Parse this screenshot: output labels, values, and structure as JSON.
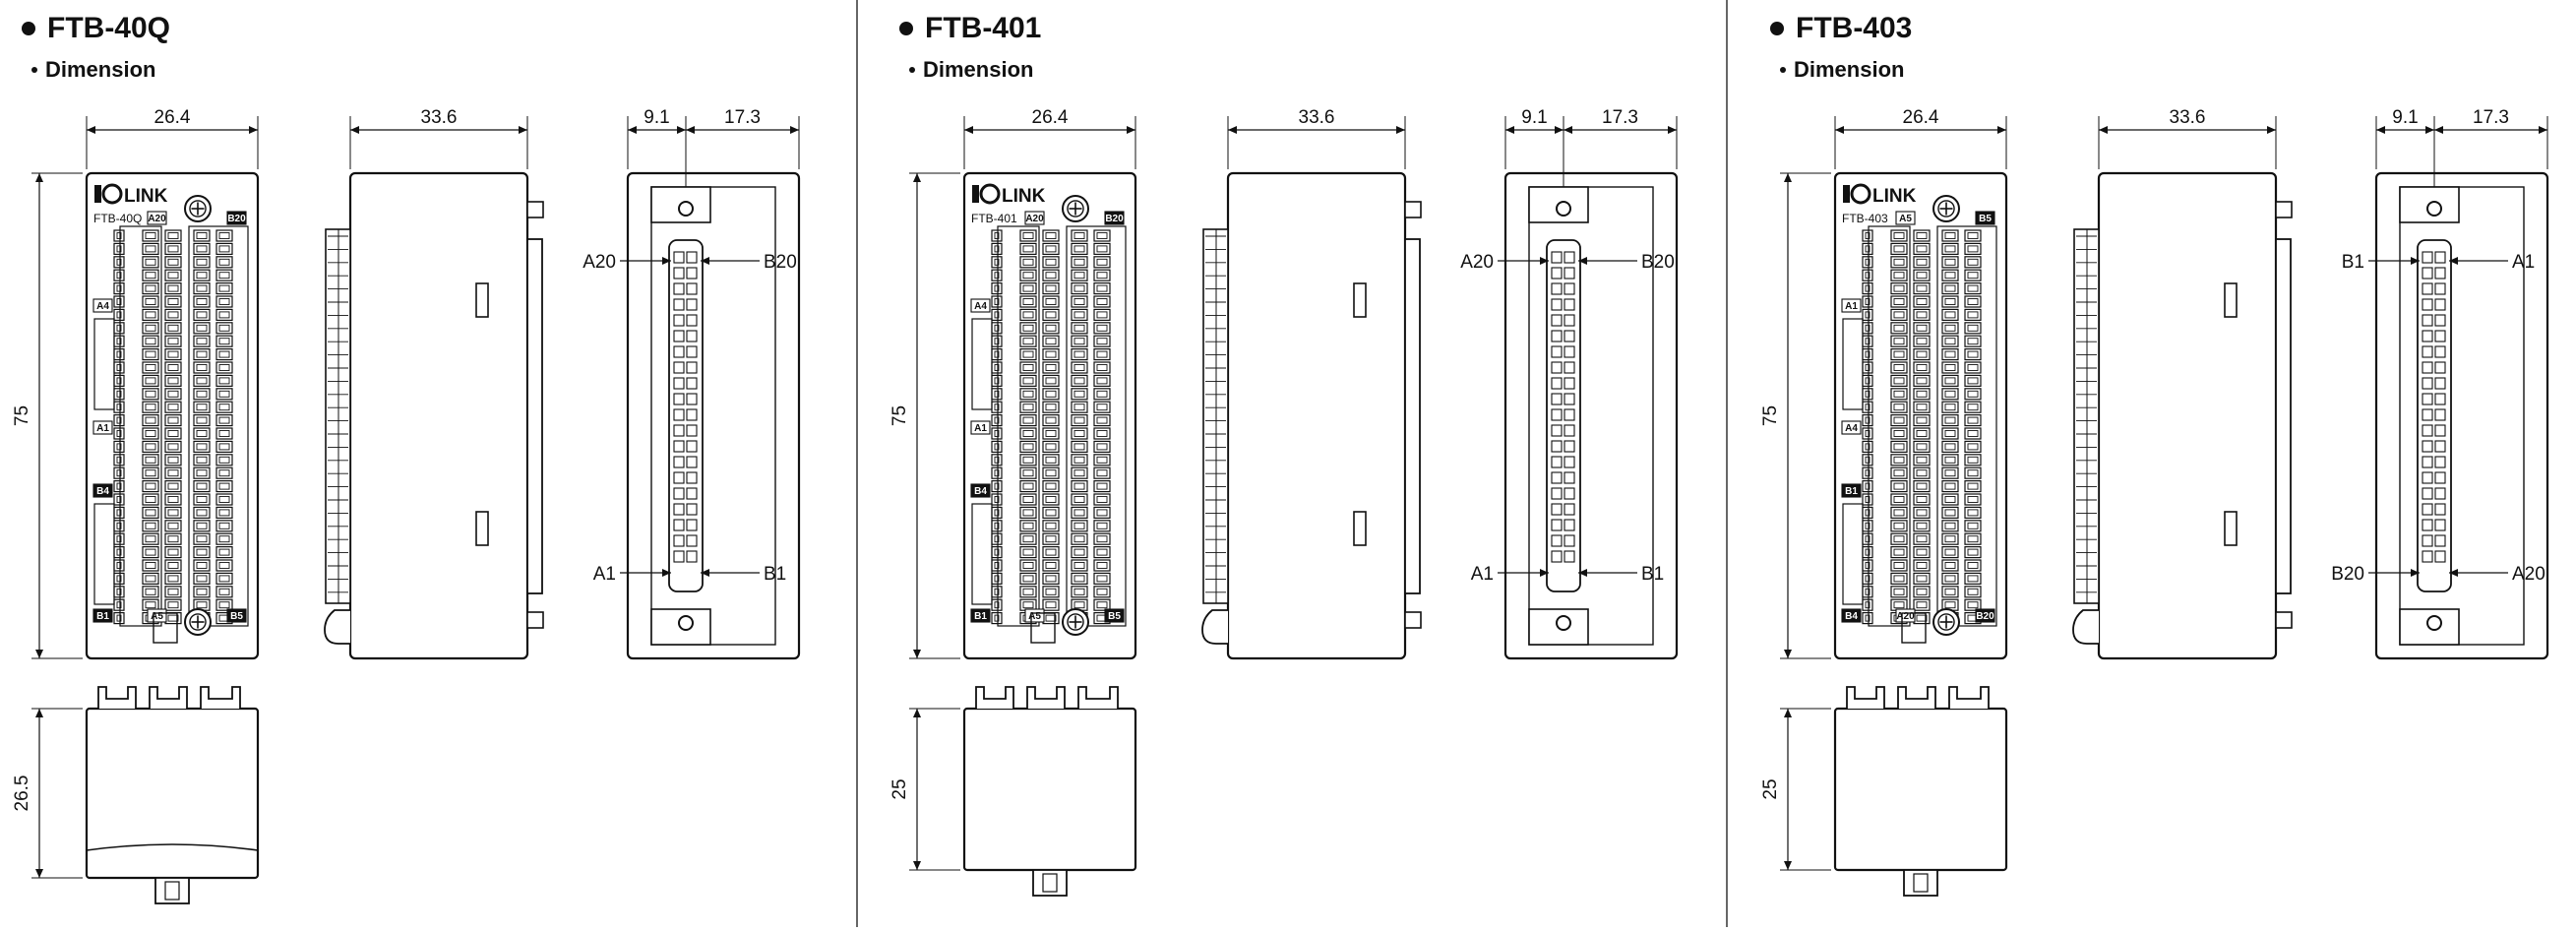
{
  "panels": [
    {
      "model": "FTB-40Q",
      "section_label": "Dimension",
      "brand": "IOLINK",
      "face_model": "FTB-40Q",
      "labels": {
        "top_left": "A20",
        "top_right": "B20",
        "mid1": "A4",
        "mid2": "A1",
        "mid3": "B4",
        "bot_left": "B1",
        "bot_mid": "A5",
        "bot_right": "B5"
      },
      "dims": {
        "front_width": "26.4",
        "side_width": "33.6",
        "conn_left": "9.1",
        "conn_right": "17.3",
        "height": "75",
        "bottom_height": "26.5"
      },
      "pins": {
        "upper_left": "A20",
        "upper_right": "B20",
        "lower_left": "A1",
        "lower_right": "B1"
      }
    },
    {
      "model": "FTB-401",
      "section_label": "Dimension",
      "brand": "IOLINK",
      "face_model": "FTB-401",
      "labels": {
        "top_left": "A20",
        "top_right": "B20",
        "mid1": "A4",
        "mid2": "A1",
        "mid3": "B4",
        "bot_left": "B1",
        "bot_mid": "A5",
        "bot_right": "B5"
      },
      "dims": {
        "front_width": "26.4",
        "side_width": "33.6",
        "conn_left": "9.1",
        "conn_right": "17.3",
        "height": "75",
        "bottom_height": "25"
      },
      "pins": {
        "upper_left": "A20",
        "upper_right": "B20",
        "lower_left": "A1",
        "lower_right": "B1"
      }
    },
    {
      "model": "FTB-403",
      "section_label": "Dimension",
      "brand": "IOLINK",
      "face_model": "FTB-403",
      "labels": {
        "top_left": "A5",
        "top_right": "B5",
        "mid1": "A1",
        "mid2": "A4",
        "mid3": "B1",
        "bot_left": "B4",
        "bot_mid": "A20",
        "bot_right": "B20"
      },
      "dims": {
        "front_width": "26.4",
        "side_width": "33.6",
        "conn_left": "9.1",
        "conn_right": "17.3",
        "height": "75",
        "bottom_height": "25"
      },
      "pins": {
        "upper_left": "B1",
        "upper_right": "A1",
        "lower_left": "B20",
        "lower_right": "A20"
      }
    }
  ]
}
